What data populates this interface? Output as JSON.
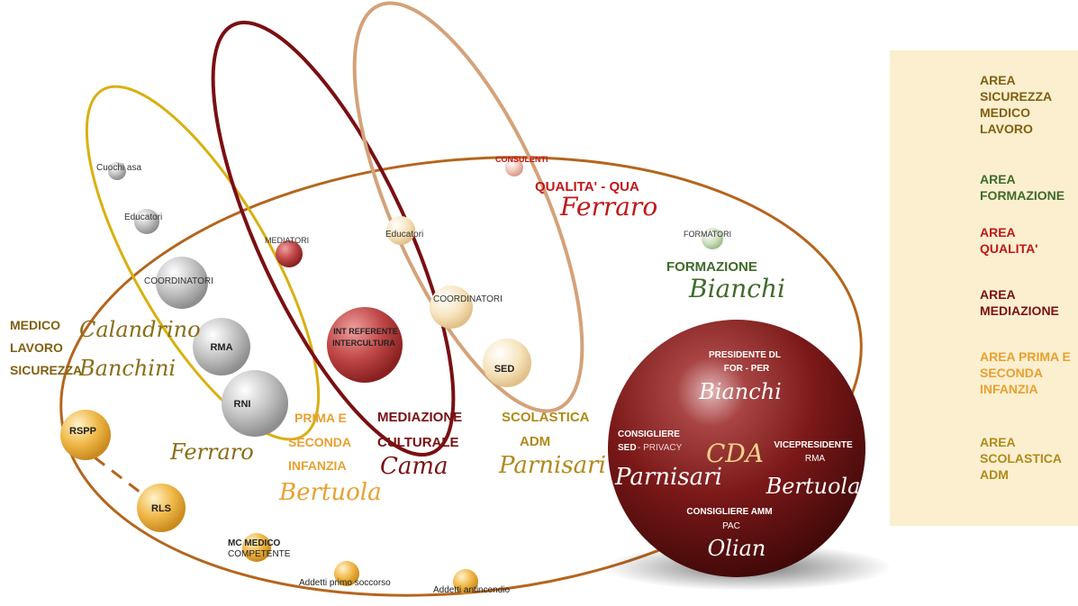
{
  "colors": {
    "orbit_main": "#b5651d",
    "orbit_infanzia": "#d9b010",
    "orbit_mediazione": "#7a0f12",
    "orbit_scolastica": "#d4a27a",
    "sicurezza": "#806010",
    "formazione": "#3f6b2a",
    "qualita": "#c01818",
    "mediazione": "#7a1014",
    "infanzia": "#e8a030",
    "scolastica": "#b08a1a"
  },
  "nodes": {
    "cuochi": "Cuochi asa",
    "educatori_left": "Educatori",
    "coordinatori_left": "COORDINATORI",
    "rma": "RMA",
    "rni": "RNI",
    "mediatori": "MEDIATORI",
    "int_referente_1": "INT REFERENTE",
    "int_referente_2": "INTERCULTURA",
    "educatori_mid": "Educatori",
    "coordinatori_mid": "COORDINATORI",
    "sed": "SED",
    "consulenti": "CONSULENTI",
    "formatori": "FORMATORI",
    "rspp": "RSPP",
    "rls": "RLS",
    "mc_1": "MC MEDICO",
    "mc_2": "COMPETENTE",
    "primo_soccorso": "Addetti primo soccorso",
    "antincendio": "Addetti antincendio"
  },
  "labels": {
    "medico_1": "MEDICO",
    "medico_2": "LAVORO",
    "medico_3": "SICUREZZA",
    "calandrino": "Calandrino",
    "banchini": "Banchini",
    "ferraro_left": "Ferraro",
    "prima_1": "PRIMA E",
    "prima_2": "SECONDA",
    "prima_3": "INFANZIA",
    "bertuola_bottom": "Bertuola",
    "mediazione_1": "MEDIAZIONE",
    "mediazione_2": "CULTURALE",
    "cama": "Cama",
    "scolastica_1": "SCOLASTICA",
    "scolastica_2": "ADM",
    "parnisari_mid": "Parnisari",
    "qualita_qua": "QUALITA' - QUA",
    "ferraro_top": "Ferraro",
    "formazione": "FORMAZIONE",
    "bianchi_right": "Bianchi"
  },
  "sphere": {
    "presidente_1": "PRESIDENTE DL",
    "presidente_2": "FOR - PER",
    "presidente_name": "Bianchi",
    "consigliere_1": "CONSIGLIERE",
    "consigliere_2": "SED",
    "consigliere_2b": "- PRIVACY",
    "consigliere_name": "Parnisari",
    "cda": "CDA",
    "vice_1": "VICEPRESIDENTE",
    "vice_2": "RMA",
    "vice_name": "Bertuola",
    "amm_1": "CONSIGLIERE AMM",
    "amm_2": "PAC",
    "amm_name": "Olian"
  },
  "legend": {
    "sicurezza": "AREA\nSICUREZZA\nMEDICO\nLAVORO",
    "formazione": "AREA\nFORMAZIONE",
    "qualita": "AREA\nQUALITA'",
    "mediazione": "AREA\nMEDIAZIONE",
    "infanzia": "AREA PRIMA E\nSECONDA\nINFANZIA",
    "scolastica": "AREA\nSCOLASTICA\nADM"
  }
}
